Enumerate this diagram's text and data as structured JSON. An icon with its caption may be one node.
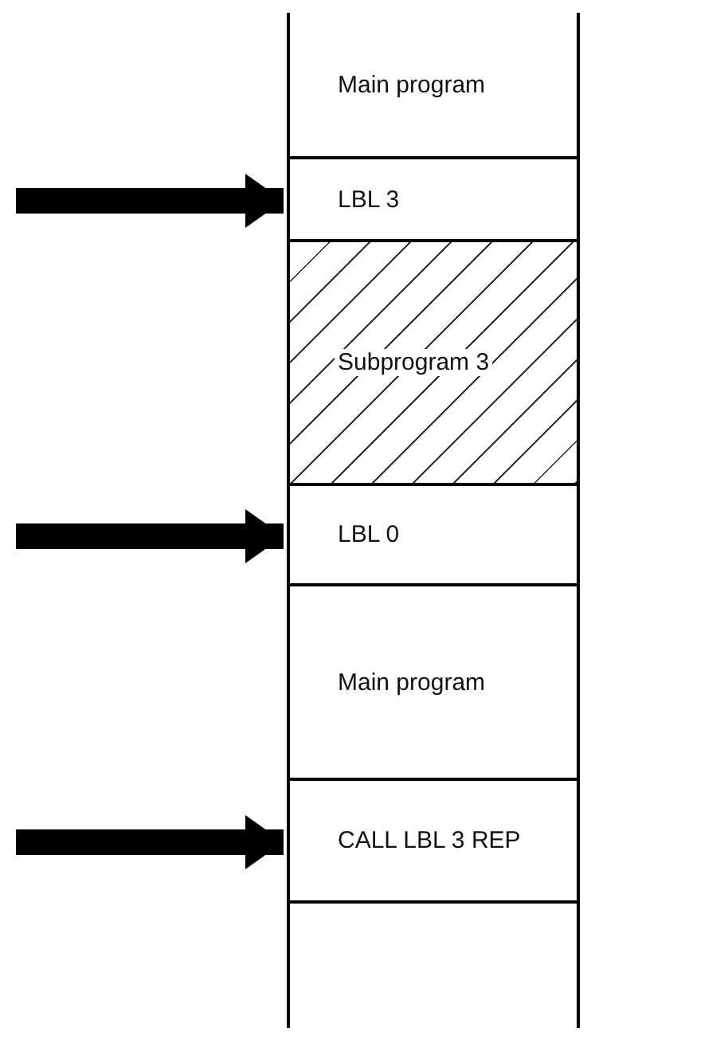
{
  "diagram": {
    "nodes": [
      {
        "text": [
          "Main program"
        ]
      },
      {
        "text": [
          "LBL 3"
        ]
      },
      {
        "text": [
          "Subprogram 3"
        ]
      },
      {
        "text": [
          "LBL 0"
        ]
      },
      {
        "text": [
          "Main program"
        ]
      },
      {
        "text": [
          "CALL LBL 3 REP"
        ]
      },
      {
        "text": [],
        "shape": "box"
      }
    ],
    "edges": [
      {
        "from": null,
        "to": 1,
        "arrow": "to"
      },
      {
        "from": null,
        "to": 3,
        "arrow": "to"
      },
      {
        "from": null,
        "to": 5,
        "arrow": "to"
      }
    ]
  }
}
